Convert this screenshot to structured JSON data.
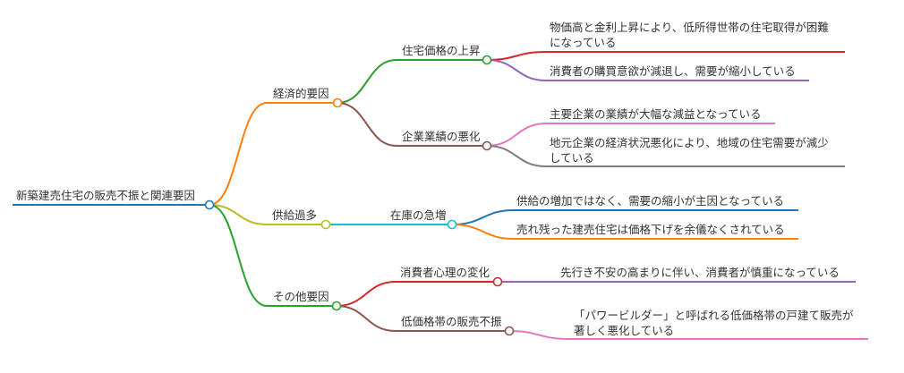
{
  "mindmap": {
    "root": {
      "label": "新築建売住宅の販売不振と関連要因",
      "color": "#1f77b4"
    },
    "branches": [
      {
        "label": "経済的要因",
        "color": "#ff7f0e",
        "children": [
          {
            "label": "住宅価格の上昇",
            "color": "#2ca02c",
            "leaves": [
              {
                "lines": [
                  "物価高と金利上昇により、低所得世帯の住宅取得が困難",
                  "になっている"
                ],
                "color": "#d62728"
              },
              {
                "lines": [
                  "消費者の購買意欲が減退し、需要が縮小している"
                ],
                "color": "#9467bd"
              }
            ]
          },
          {
            "label": "企業業績の悪化",
            "color": "#8c564b",
            "leaves": [
              {
                "lines": [
                  "主要企業の業績が大幅な減益となっている"
                ],
                "color": "#e377c2"
              },
              {
                "lines": [
                  "地元企業の経済状況悪化により、地域の住宅需要が減少",
                  "している"
                ],
                "color": "#7f7f7f"
              }
            ]
          }
        ]
      },
      {
        "label": "供給過多",
        "color": "#bcbd22",
        "children": [
          {
            "label": "在庫の急増",
            "color": "#17becf",
            "leaves": [
              {
                "lines": [
                  "供給の増加ではなく、需要の縮小が主因となっている"
                ],
                "color": "#1f77b4"
              },
              {
                "lines": [
                  "売れ残った建売住宅は価格下げを余儀なくされている"
                ],
                "color": "#ff7f0e"
              }
            ]
          }
        ]
      },
      {
        "label": "その他要因",
        "color": "#2ca02c",
        "children": [
          {
            "label": "消費者心理の変化",
            "color": "#d62728",
            "leaves": [
              {
                "lines": [
                  "先行き不安の高まりに伴い、消費者が慎重になっている"
                ],
                "color": "#9467bd"
              }
            ]
          },
          {
            "label": "低価格帯の販売不振",
            "color": "#8c564b",
            "leaves": [
              {
                "lines": [
                  "「パワービルダー」と呼ばれる低価格帯の戸建て販売が",
                  "著しく悪化している"
                ],
                "color": "#e377c2"
              }
            ]
          }
        ]
      }
    ]
  }
}
